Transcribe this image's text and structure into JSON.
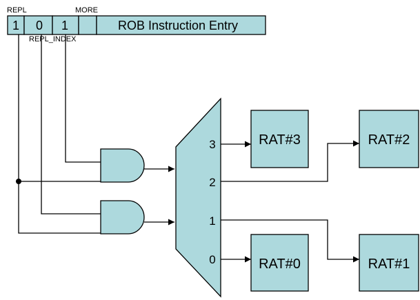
{
  "colors": {
    "fill": "#add9dd",
    "line": "#000000",
    "background": "#ffffff"
  },
  "entry": {
    "labels": {
      "repl": "REPL",
      "more": "MORE",
      "repl_index": "REPL_INDEX"
    },
    "fields": [
      "1",
      "0",
      "1",
      "",
      "ROB Instruction Entry"
    ]
  },
  "mux": {
    "ports": [
      "3",
      "2",
      "1",
      "0"
    ]
  },
  "rats": {
    "rat3": "RAT#3",
    "rat2": "RAT#2",
    "rat0": "RAT#0",
    "rat1": "RAT#1"
  }
}
